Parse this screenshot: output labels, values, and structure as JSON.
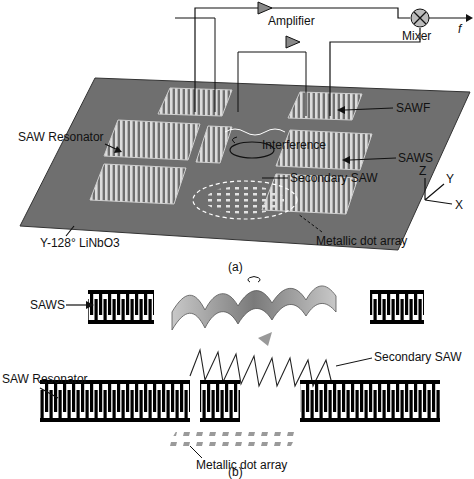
{
  "diagram": {
    "labels": [
      "Amplifier",
      "Mixer",
      "f",
      "SAWF",
      "SAW Resonator",
      "Interference",
      "SAWS",
      "Secondary SAW",
      "Z",
      "Y",
      "X",
      "Y-128° LiNbO3",
      "Metallic dot array",
      "(a)",
      "SAWS",
      "Secondary SAW",
      "SAW Resonator",
      "Metallic dot array",
      "(b)"
    ]
  }
}
